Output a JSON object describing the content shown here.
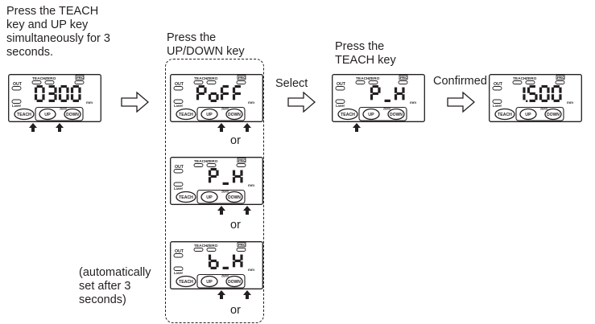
{
  "instructions": {
    "step1": "Press the TEACH\nkey and UP key\nsimultaneously for 3\nseconds.",
    "step2": "Press the\nUP/DOWN key",
    "step3": "Press the\nTEACH key",
    "auto_note": "(automatically\nset after 3\nseconds)"
  },
  "arrow_labels": {
    "select": "Select",
    "confirmed": "Confirmed"
  },
  "or_label": "or",
  "panel_labels": {
    "out": "OUT",
    "teach_ind": "TEACH",
    "zero": "ZERO",
    "pro": "PRO",
    "laser": "Laser",
    "unit": "mm",
    "teach_btn": "TEACH",
    "up_btn": "UP",
    "down_btn": "DOWN"
  },
  "panels": [
    {
      "id": "start",
      "display": "0300",
      "arrows": [
        "teach",
        "up"
      ]
    },
    {
      "id": "option-poff",
      "display": "PoFF",
      "arrows": [
        "up",
        "down"
      ]
    },
    {
      "id": "option-ph-list",
      "display": "P_H",
      "arrows": [
        "up",
        "down"
      ]
    },
    {
      "id": "option-bh",
      "display": "b_H",
      "arrows": [
        "up",
        "down"
      ]
    },
    {
      "id": "selected-ph",
      "display": "P_H",
      "arrows": [
        "teach"
      ]
    },
    {
      "id": "confirmed",
      "display": "1.500",
      "arrows": []
    }
  ]
}
